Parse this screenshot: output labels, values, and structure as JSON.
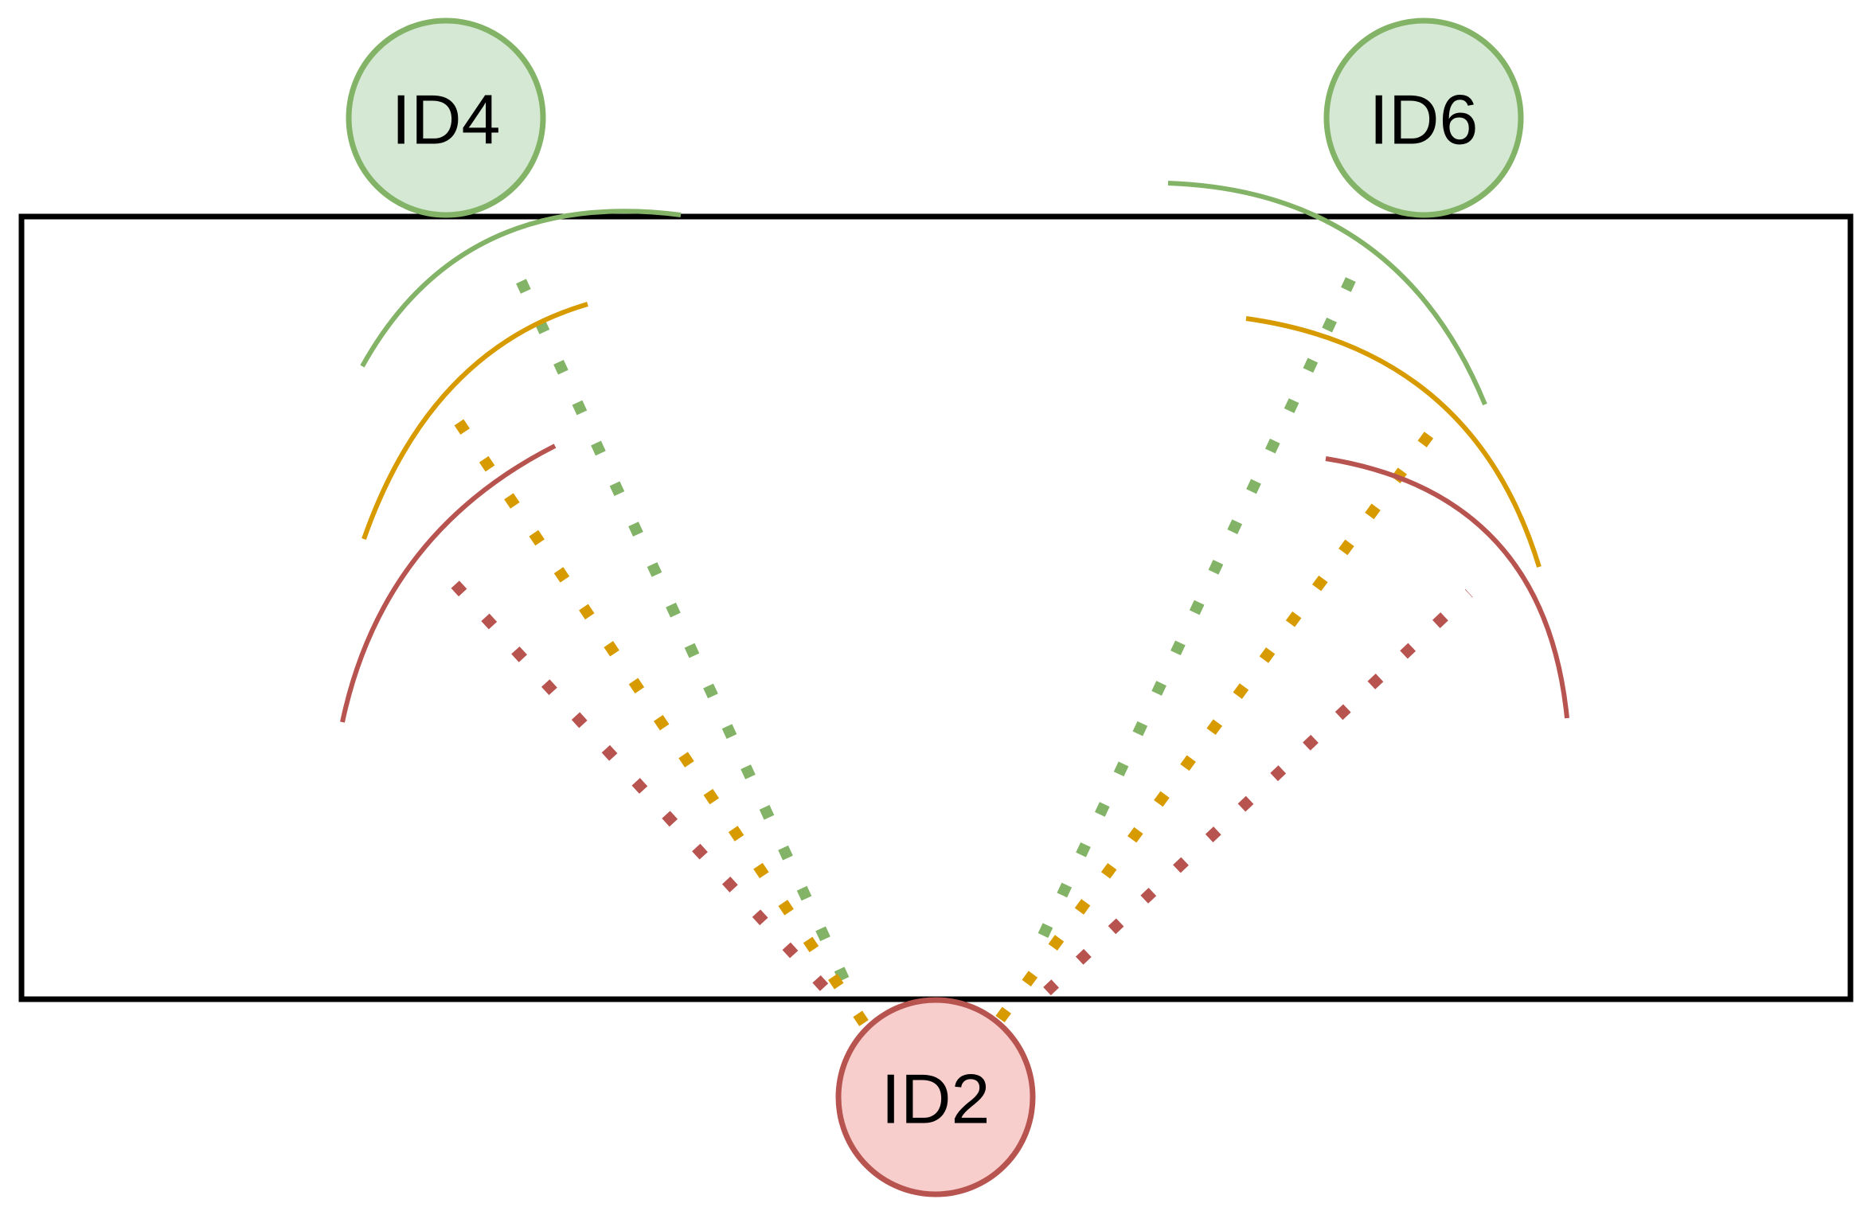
{
  "diagram": {
    "nodes": [
      {
        "id": "id4",
        "label": "ID4",
        "role": "anchor",
        "fill": "#d5e8d4",
        "stroke": "#82b366"
      },
      {
        "id": "id6",
        "label": "ID6",
        "role": "anchor",
        "fill": "#d5e8d4",
        "stroke": "#82b366"
      },
      {
        "id": "id2",
        "label": "ID2",
        "role": "tag",
        "fill": "#f8cecc",
        "stroke": "#b85450"
      }
    ],
    "signal_colors": {
      "green": "#82b366",
      "orange": "#d79b00",
      "red": "#b85450"
    },
    "region_stroke": "#000000"
  }
}
